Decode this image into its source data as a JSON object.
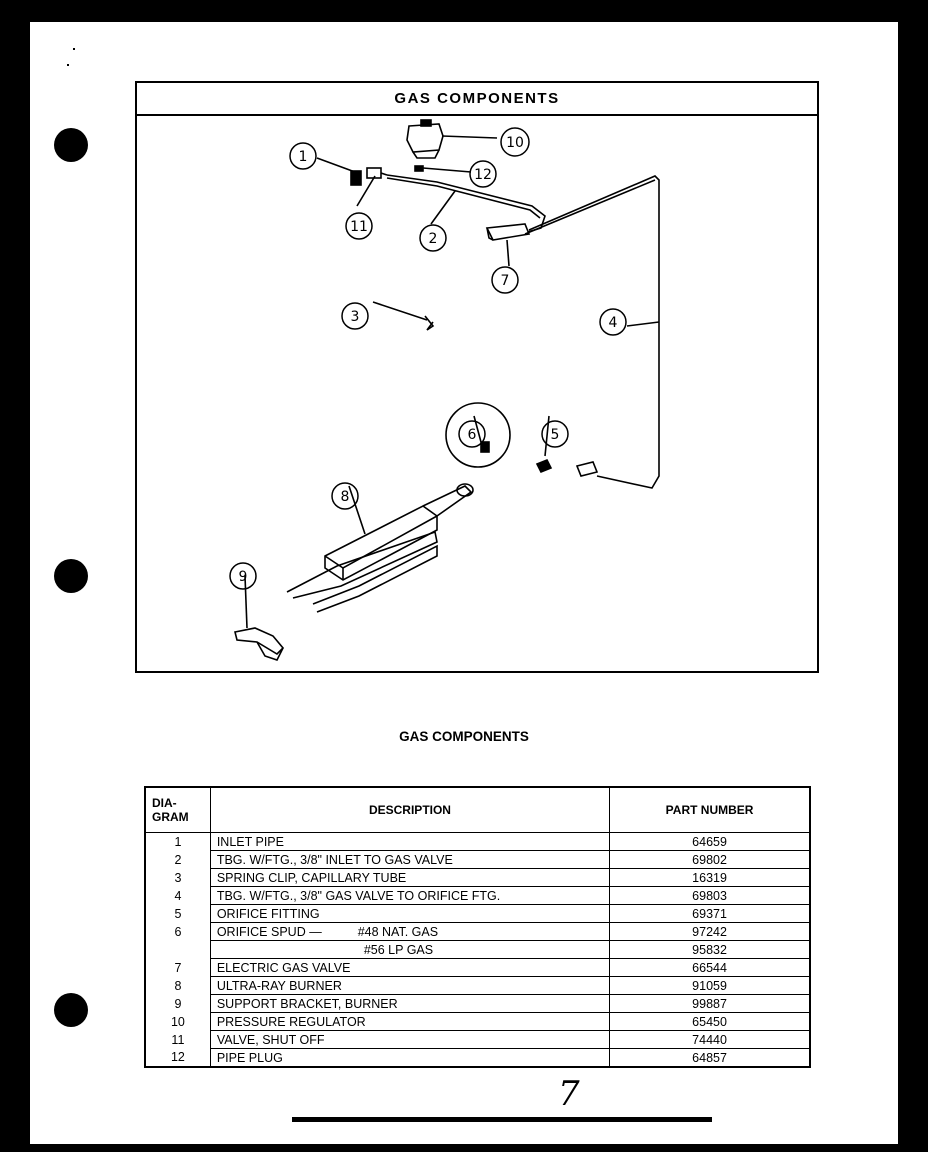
{
  "diagram": {
    "title": "GAS COMPONENTS",
    "callouts": [
      "1",
      "2",
      "3",
      "4",
      "5",
      "6",
      "7",
      "8",
      "9",
      "10",
      "11",
      "12"
    ]
  },
  "table": {
    "heading": "GAS COMPONENTS",
    "headers": {
      "diagram": "DIA-\nGRAM",
      "description": "DESCRIPTION",
      "part_number": "PART NUMBER"
    },
    "rows": [
      {
        "num": "1",
        "desc": "INLET PIPE",
        "part": "64659"
      },
      {
        "num": "2",
        "desc": "TBG. W/FTG., 3/8\" INLET TO GAS VALVE",
        "part": "69802"
      },
      {
        "num": "3",
        "desc": "SPRING CLIP, CAPILLARY TUBE",
        "part": "16319"
      },
      {
        "num": "4",
        "desc": "TBG. W/FTG., 3/8\" GAS VALVE TO ORIFICE FTG.",
        "part": "69803"
      },
      {
        "num": "5",
        "desc": "ORIFICE FITTING",
        "part": "69371"
      },
      {
        "num": "6",
        "desc": "ORIFICE SPUD —",
        "sub": "#48 NAT. GAS",
        "part": "97242"
      },
      {
        "num": "",
        "desc": "",
        "sub": "#56 LP GAS",
        "part": "95832"
      },
      {
        "num": "7",
        "desc": "ELECTRIC GAS VALVE",
        "part": "66544"
      },
      {
        "num": "8",
        "desc": "ULTRA-RAY BURNER",
        "part": "91059"
      },
      {
        "num": "9",
        "desc": "SUPPORT BRACKET, BURNER",
        "part": "99887"
      },
      {
        "num": "10",
        "desc": "PRESSURE REGULATOR",
        "part": "65450"
      },
      {
        "num": "11",
        "desc": "VALVE, SHUT OFF",
        "part": "74440"
      },
      {
        "num": "12",
        "desc": "PIPE PLUG",
        "part": "64857"
      }
    ]
  },
  "handwritten_mark": "7"
}
